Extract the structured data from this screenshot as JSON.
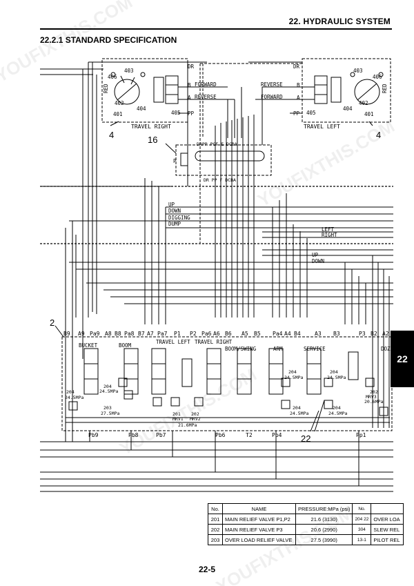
{
  "header": {
    "chapter_title": "22. HYDRAULIC SYSTEM",
    "section_title": "22.2.1  STANDARD SPECIFICATION"
  },
  "side_tab": "22",
  "page_number": "22-5",
  "diagram": {
    "travel_right": {
      "label": "TRAVEL RIGHT",
      "callout": "4",
      "ports": [
        "DR",
        "B",
        "A",
        "PP"
      ],
      "parts": [
        "403",
        "406",
        "402",
        "401",
        "404",
        "405"
      ],
      "motor_label": "RED"
    },
    "travel_left": {
      "label": "TRAVEL LEFT",
      "callout": "4",
      "ports": [
        "DR",
        "B",
        "A",
        "PP"
      ],
      "parts": [
        "403",
        "406",
        "402",
        "401",
        "404",
        "405"
      ],
      "motor_label": "RED"
    },
    "line_labels": [
      "FORWARD",
      "REVERSE",
      "REVERSE",
      "FORWARD"
    ],
    "swivel": {
      "callout": "16",
      "label_p": "P",
      "top_ports": "DRPP PGF E DCBA",
      "bottom_ports": "DR PP  F  DCBA"
    },
    "pilot_labels": [
      "UP",
      "DOWN",
      "DIGGING",
      "DUMP",
      "LEFT",
      "RIGHT",
      "UP",
      "DOWN"
    ],
    "main_valve": {
      "callout": "2",
      "top_ports": [
        "B9",
        "A9",
        "Pa9",
        "A8",
        "B8",
        "Pa8",
        "B7",
        "A7",
        "Pa7",
        "P1",
        "P2",
        "Pa6",
        "A6",
        "B6",
        "A5",
        "B5",
        "Pa4",
        "A4",
        "B4",
        "A3",
        "B3",
        "P3",
        "B2",
        "A2"
      ],
      "bottom_ports": [
        "Pb9",
        "Pb8",
        "Pb7",
        "Pb6",
        "T2",
        "Pb4",
        "Pp1"
      ],
      "sections": [
        "BUCKET",
        "BOOM",
        "TRAVEL LEFT",
        "TRAVEL RIGHT",
        "BOOM/SWING",
        "ARM",
        "SERVICE",
        "DOZ"
      ],
      "reliefs": [
        "204",
        "24.5MPa",
        "204",
        "24.5MPa",
        "203",
        "27.5MPa",
        "201",
        "MRV1",
        "202",
        "MRV2",
        "21.6MPa",
        "204",
        "24.5MPa",
        "204",
        "24.5MPa",
        "204",
        "24.5MPa",
        "204",
        "24.5MPa",
        "202",
        "MRV3",
        "20.6MPa"
      ],
      "callout_22": "22"
    }
  },
  "parts_table": {
    "headers": [
      "No.",
      "NAME",
      "PRESSURE:MPa (psi)",
      "No.",
      ""
    ],
    "rows": [
      [
        "201",
        "MAIN RELIEF VALVE P1,P2",
        "21.6 (3130)",
        "204\n22",
        "OVER LOA"
      ],
      [
        "202",
        "MAIN RELIEF VALVE P3",
        "20.6 (2990)",
        "304",
        "SLEW REL"
      ],
      [
        "203",
        "OVER LOAD RELIEF VALVE",
        "27.5 (3990)",
        "13-1",
        "PILOT REL"
      ]
    ]
  },
  "watermark": "YOUFIXTHIS.COM"
}
